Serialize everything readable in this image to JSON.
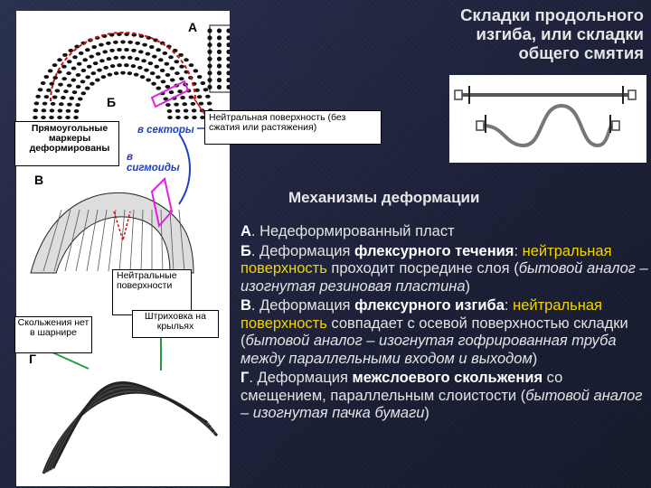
{
  "title": {
    "line1": "Складки продольного",
    "line2": "изгиба, или складки",
    "line3": "общего смятия"
  },
  "figure": {
    "label_a": "А",
    "label_b": "Б",
    "label_v": "В",
    "label_g": "Г",
    "box_neutral_surface": "Нейтральная поверхность (без сжатия или растяжения)",
    "box_markers": "Прямоугольные маркеры деформированы",
    "blue_in_sector": "в секторы",
    "blue_in_sigmoids": "в сигмоиды",
    "box_neutral_surface_2": "Нейтральные поверхности",
    "box_hatching": "Штриховка на крыльях",
    "box_slip": "Скольжения нет в шарнире"
  },
  "mechanisms": {
    "heading": "Механизмы деформации",
    "item_a_letter": "А",
    "item_a_text": ". Недеформированный пласт",
    "item_b_letter": "Б",
    "item_b_text": ". Деформация ",
    "item_b_term": "флексурного течения",
    "item_b_colon": ":",
    "item_b_ns": "нейтральная поверхность",
    "item_b_rest": " проходит посредине слоя (",
    "item_b_analog": "бытовой аналог – изогнутая резиновая пластина",
    "item_b_close": ")",
    "item_v_letter": "В",
    "item_v_text": ". Деформация ",
    "item_v_term": "флексурного изгиба",
    "item_v_colon": ":",
    "item_v_ns": "нейтральная поверхность",
    "item_v_rest": " совпадает с осевой поверхностью складки (",
    "item_v_analog": "бытовой аналог – изогнутая гофрированная труба между параллельными входом и выходом",
    "item_v_close": ")",
    "item_g_letter": "Г",
    "item_g_text": ". Деформация ",
    "item_g_term": "межслоевого скольжения",
    "item_g_rest": " со смещением, параллельным слоистости (",
    "item_g_analog": "бытовой аналог – изогнутая пачка бумаги",
    "item_g_close": ")"
  },
  "colors": {
    "accent_yellow": "#f2d400",
    "marker_red": "#d01010",
    "marker_magenta": "#e020e0",
    "arrow_blue": "#1f3fbf",
    "arrow_green": "#20a040"
  }
}
